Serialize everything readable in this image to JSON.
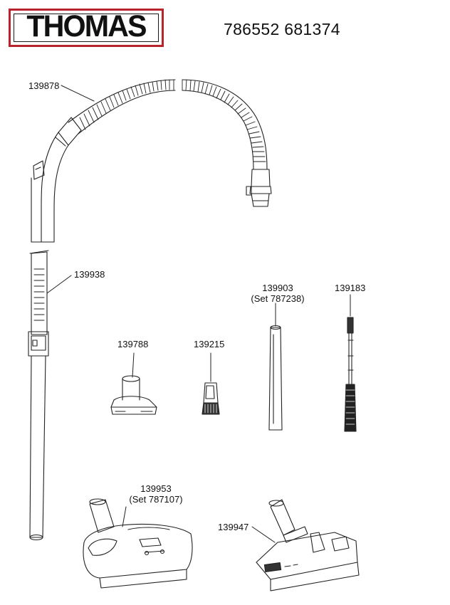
{
  "brand": {
    "logo_text": "THOMAS",
    "logo_border_color": "#b8242b"
  },
  "document_number": "786552 681374",
  "parts": {
    "hose": {
      "number": "139878"
    },
    "telescopic_tube": {
      "number": "139938"
    },
    "upholstery_nozzle": {
      "number": "139788"
    },
    "brush_nozzle": {
      "number": "139215"
    },
    "crevice_nozzle": {
      "number": "139903",
      "set": "(Set 787238)"
    },
    "radiator_brush": {
      "number": "139183"
    },
    "turbo_brush": {
      "number": "139953",
      "set": "(Set 787107)"
    },
    "floor_nozzle": {
      "number": "139947"
    }
  }
}
